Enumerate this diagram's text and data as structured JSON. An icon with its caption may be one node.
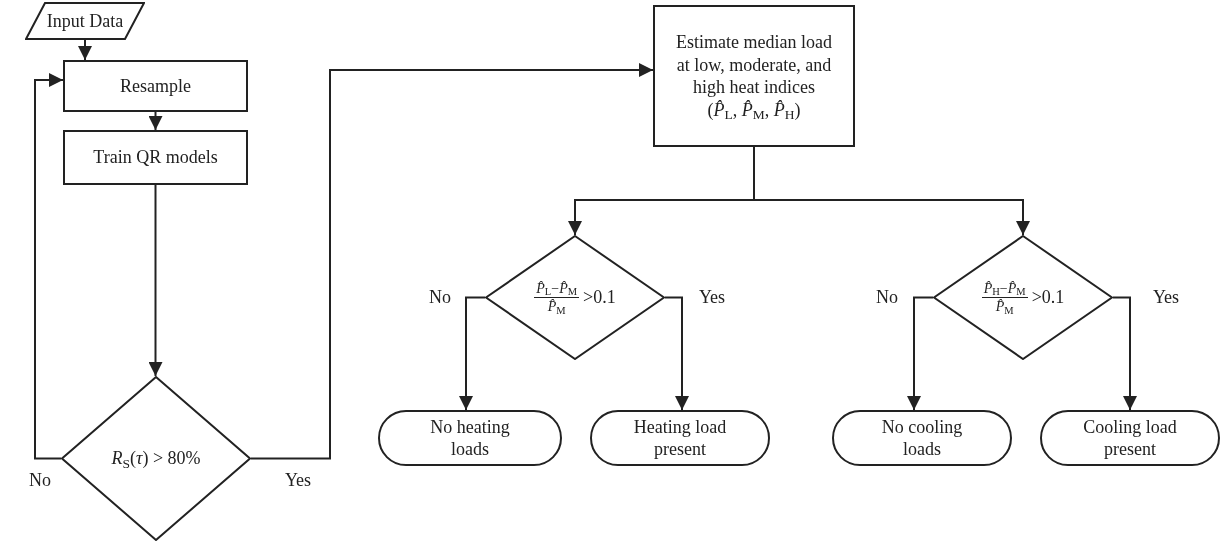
{
  "diagram": {
    "nodes": [
      {
        "text": [
          "Input Data"
        ]
      },
      {
        "text": [
          "Resample"
        ]
      },
      {
        "text": [
          "Train QR models"
        ]
      },
      {
        "text": [
          "*R*$_{S}$(*τ*) > 80%"
        ]
      },
      {
        "text": [
          "Estimate median load at low, moderate, and high heat indices",
          "(*P̂*$_{L}$, *P̂*$_{M}$, *P̂*$_{H}$)"
        ]
      },
      {
        "text": [
          "*P̂*$_{L}$−*P̂*$_{M}$",
          "*P̂*$_{M}$",
          ">0.1"
        ]
      },
      {
        "text": [
          "*P̂*$_{H}$−*P̂*$_{M}$",
          "*P̂*$_{M}$",
          ">0.1"
        ]
      },
      {
        "text": [
          "No heating loads"
        ]
      },
      {
        "text": [
          "Heating load present"
        ]
      },
      {
        "text": [
          "No cooling loads"
        ]
      },
      {
        "text": [
          "Cooling load present"
        ]
      }
    ],
    "edges": [
      {
        "from": 0,
        "to": 1,
        "arrow": "to"
      },
      {
        "from": 1,
        "to": 2,
        "arrow": "to"
      },
      {
        "from": 2,
        "to": 3,
        "arrow": "to"
      },
      {
        "from": 3,
        "to": 1,
        "arrow": "to",
        "label": "No"
      },
      {
        "from": 3,
        "to": 4,
        "arrow": "to",
        "label": "Yes"
      },
      {
        "from": 4,
        "to": 5,
        "arrow": "to"
      },
      {
        "from": 4,
        "to": 6,
        "arrow": "to"
      },
      {
        "from": 5,
        "to": 7,
        "arrow": "to",
        "label": "No"
      },
      {
        "from": 5,
        "to": 8,
        "arrow": "to",
        "label": "Yes"
      },
      {
        "from": 6,
        "to": 9,
        "arrow": "to",
        "label": "No"
      },
      {
        "from": 6,
        "to": 10,
        "arrow": "to",
        "label": "Yes"
      }
    ]
  }
}
